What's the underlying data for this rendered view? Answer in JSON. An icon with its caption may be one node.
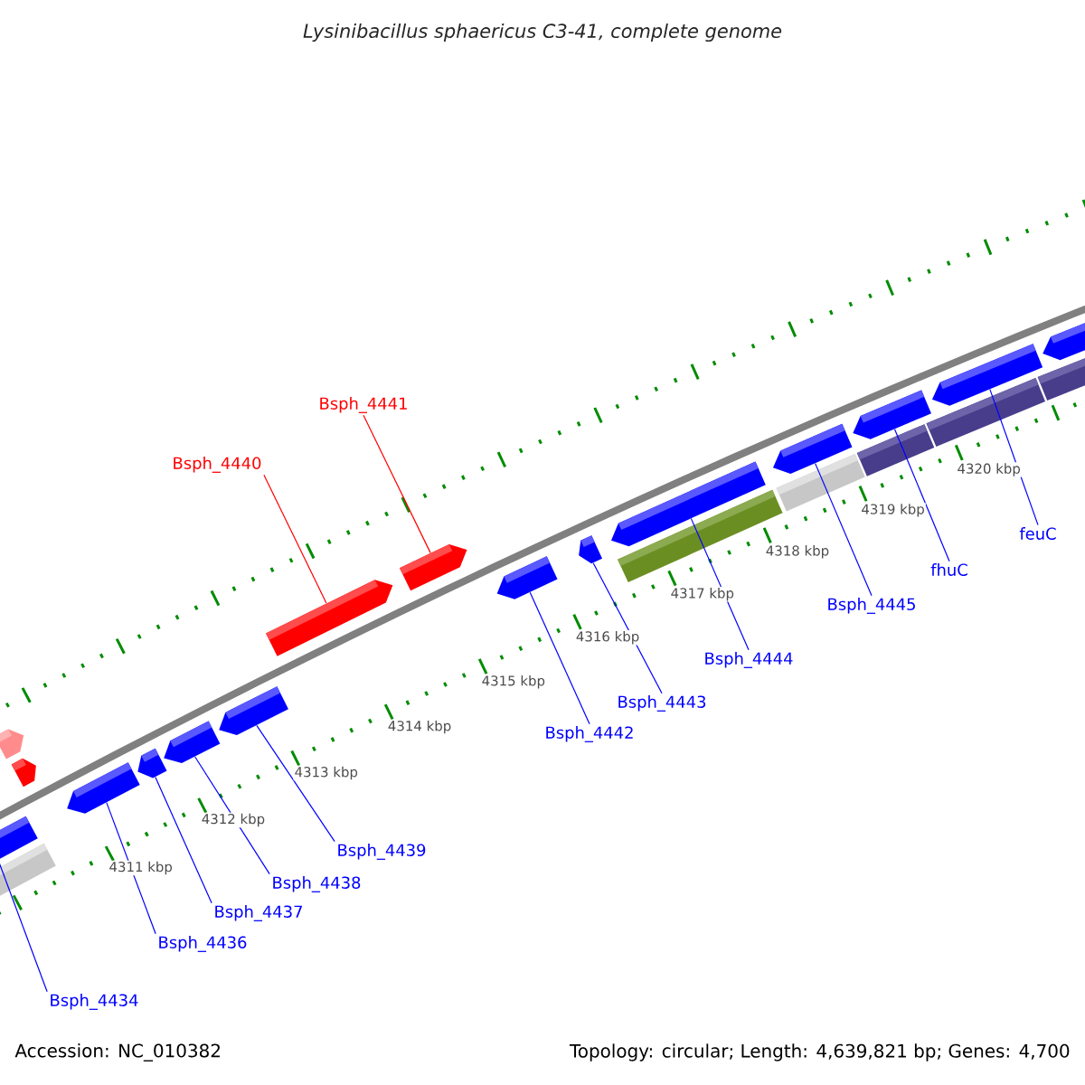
{
  "diagram": {
    "title": "Lysinibacillus sphaericus C3-41, complete genome",
    "nodes": [
      {
        "text": [
          "Bsph_4434"
        ]
      },
      {
        "text": [
          "Bsph_4436"
        ]
      },
      {
        "text": [
          "Bsph_4437"
        ]
      },
      {
        "text": [
          "Bsph_4438"
        ]
      },
      {
        "text": [
          "Bsph_4439"
        ]
      },
      {
        "text": [
          "Bsph_4440"
        ]
      },
      {
        "text": [
          "Bsph_4441"
        ]
      },
      {
        "text": [
          "Bsph_4442"
        ]
      },
      {
        "text": [
          "Bsph_4443"
        ]
      },
      {
        "text": [
          "Bsph_4444"
        ]
      },
      {
        "text": [
          "Bsph_4445"
        ]
      },
      {
        "text": [
          "fhuC"
        ]
      },
      {
        "text": [
          "feuC"
        ]
      },
      {
        "text": [],
        "shape": "arrow"
      },
      {
        "text": [],
        "shape": "arrow"
      },
      {
        "text": [],
        "shape": "arrow"
      },
      {
        "text": [],
        "shape": "arrow"
      },
      {
        "text": [],
        "shape": "arrow"
      },
      {
        "text": [],
        "shape": "arrow"
      },
      {
        "text": [],
        "shape": "arrow"
      },
      {
        "text": [],
        "shape": "arrow"
      },
      {
        "text": [],
        "shape": "arrow"
      },
      {
        "text": [],
        "shape": "arrow"
      },
      {
        "text": [],
        "shape": "arrow"
      },
      {
        "text": [],
        "shape": "arrow"
      },
      {
        "text": [],
        "shape": "arrow"
      }
    ],
    "edges": [
      {
        "from": 0,
        "to": 13,
        "arrow": "none"
      },
      {
        "from": 1,
        "to": 14,
        "arrow": "none"
      },
      {
        "from": 2,
        "to": 15,
        "arrow": "none"
      },
      {
        "from": 3,
        "to": 16,
        "arrow": "none"
      },
      {
        "from": 4,
        "to": 17,
        "arrow": "none"
      },
      {
        "from": 5,
        "to": 18,
        "arrow": "none",
        "color": "#ff0000"
      },
      {
        "from": 6,
        "to": 19,
        "arrow": "none",
        "color": "#ff0000"
      },
      {
        "from": 7,
        "to": 20,
        "arrow": "none"
      },
      {
        "from": 8,
        "to": 21,
        "arrow": "none"
      },
      {
        "from": 9,
        "to": 22,
        "arrow": "none"
      },
      {
        "from": 10,
        "to": 23,
        "arrow": "none"
      },
      {
        "from": 11,
        "to": 24,
        "arrow": "none"
      },
      {
        "from": 12,
        "to": 25,
        "arrow": "none"
      }
    ],
    "labels": [
      "4320 kbp",
      "4319 kbp",
      "4318 kbp",
      "4317 kbp",
      "4316 kbp",
      "4315 kbp",
      "4314 kbp",
      "4313 kbp",
      "4312 kbp",
      "4311 kbp",
      "Accession: NC_010382",
      "Topology: circular; Length: 4,639,821 bp; Genes: 4,700"
    ]
  }
}
